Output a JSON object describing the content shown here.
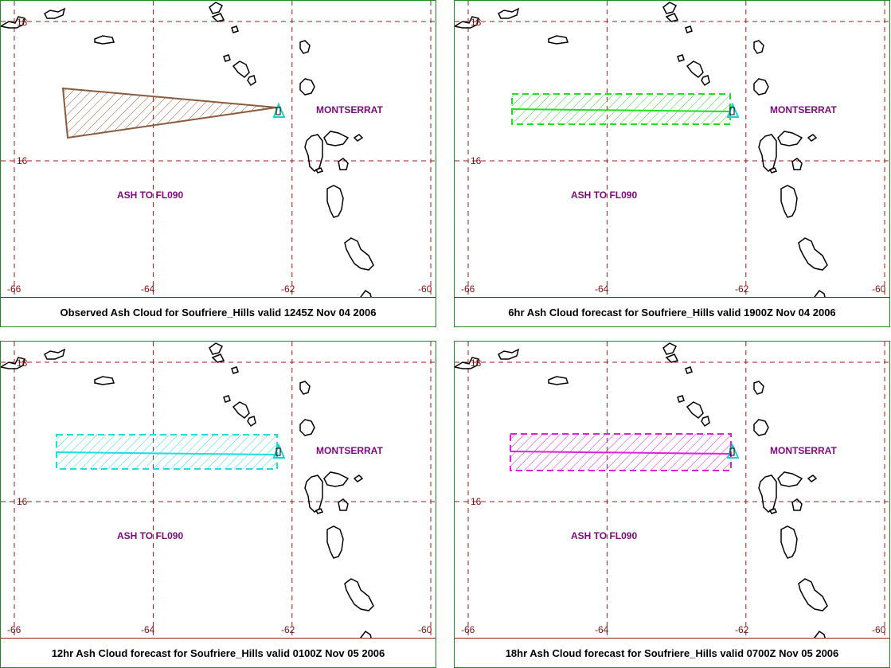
{
  "map": {
    "lat_labels": [
      "18",
      "16"
    ],
    "lon_labels": [
      "-66",
      "-64",
      "-62",
      "-60"
    ],
    "volcano_label": "MONTSERRAT",
    "ash_label": "ASH TO FL090"
  },
  "panels": [
    {
      "id": "observed",
      "caption": "Observed Ash Cloud for Soufriere_Hills valid 1245Z Nov 04 2006",
      "color": "#8b5a3c",
      "shape": "wedge"
    },
    {
      "id": "fc6",
      "caption": "6hr Ash Cloud forecast for Soufriere_Hills valid 1900Z Nov 04 2006",
      "color": "#22dd22",
      "shape": "band"
    },
    {
      "id": "fc12",
      "caption": "12hr Ash Cloud forecast for Soufriere_Hills valid 0100Z Nov 05 2006",
      "color": "#22dddd",
      "shape": "band"
    },
    {
      "id": "fc18",
      "caption": "18hr Ash Cloud forecast for Soufriere_Hills valid 0700Z Nov 05 2006",
      "color": "#dd22dd",
      "shape": "band"
    }
  ]
}
